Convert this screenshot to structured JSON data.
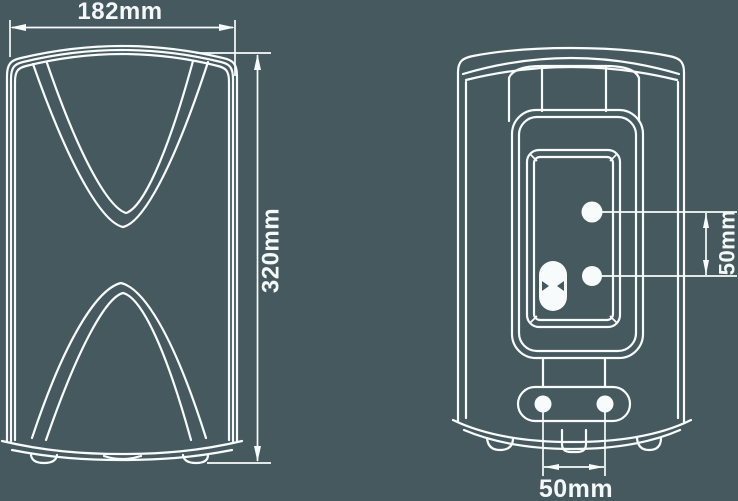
{
  "colors": {
    "background": "#45595f",
    "line": "#f8fbfb",
    "text": "#f4f8f8"
  },
  "dimensions": {
    "front_width": "182mm",
    "front_height": "320mm",
    "rear_hole_spacing": "50mm",
    "rear_bracket_spacing": "50mm"
  }
}
